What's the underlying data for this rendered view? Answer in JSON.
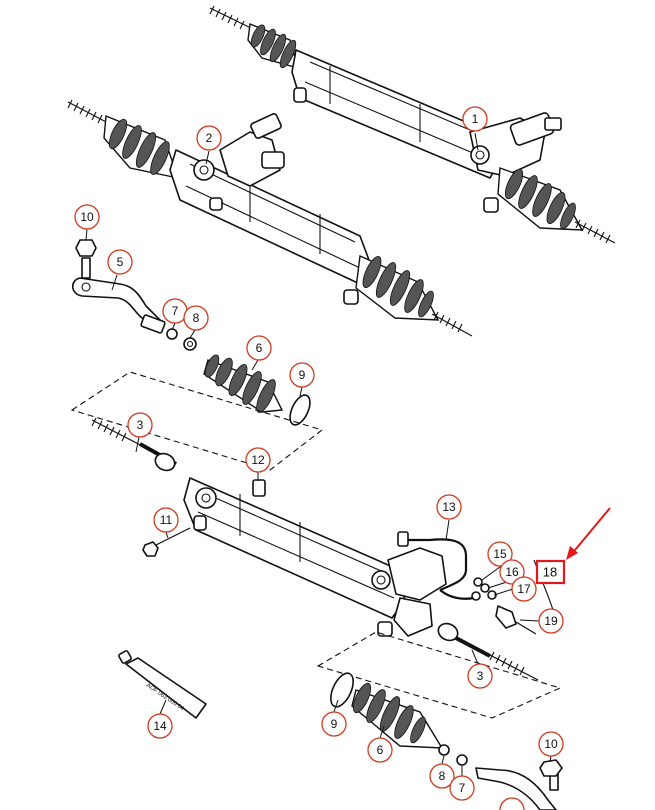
{
  "callouts": [
    {
      "id": "c1",
      "label": "1"
    },
    {
      "id": "c2",
      "label": "2"
    },
    {
      "id": "c10a",
      "label": "10"
    },
    {
      "id": "c5",
      "label": "5"
    },
    {
      "id": "c7",
      "label": "7"
    },
    {
      "id": "c8a",
      "label": "8"
    },
    {
      "id": "c6a",
      "label": "6"
    },
    {
      "id": "c9a",
      "label": "9"
    },
    {
      "id": "c3a",
      "label": "3"
    },
    {
      "id": "c12",
      "label": "12"
    },
    {
      "id": "c11",
      "label": "11"
    },
    {
      "id": "c13",
      "label": "13"
    },
    {
      "id": "c15",
      "label": "15"
    },
    {
      "id": "c16",
      "label": "16"
    },
    {
      "id": "c17",
      "label": "17"
    },
    {
      "id": "c19",
      "label": "19"
    },
    {
      "id": "c3b",
      "label": "3"
    },
    {
      "id": "c9b",
      "label": "9"
    },
    {
      "id": "c6b",
      "label": "6"
    },
    {
      "id": "c8b",
      "label": "8"
    },
    {
      "id": "c7b",
      "label": "7"
    },
    {
      "id": "c10b",
      "label": "10"
    },
    {
      "id": "c14",
      "label": "14"
    }
  ],
  "highlight": {
    "label": "18",
    "color": "#e31919"
  },
  "tube_text": "AOF 063 000 04",
  "colors": {
    "callout_ring": "#d2391e",
    "highlight": "#e31919",
    "line": "#111111"
  }
}
